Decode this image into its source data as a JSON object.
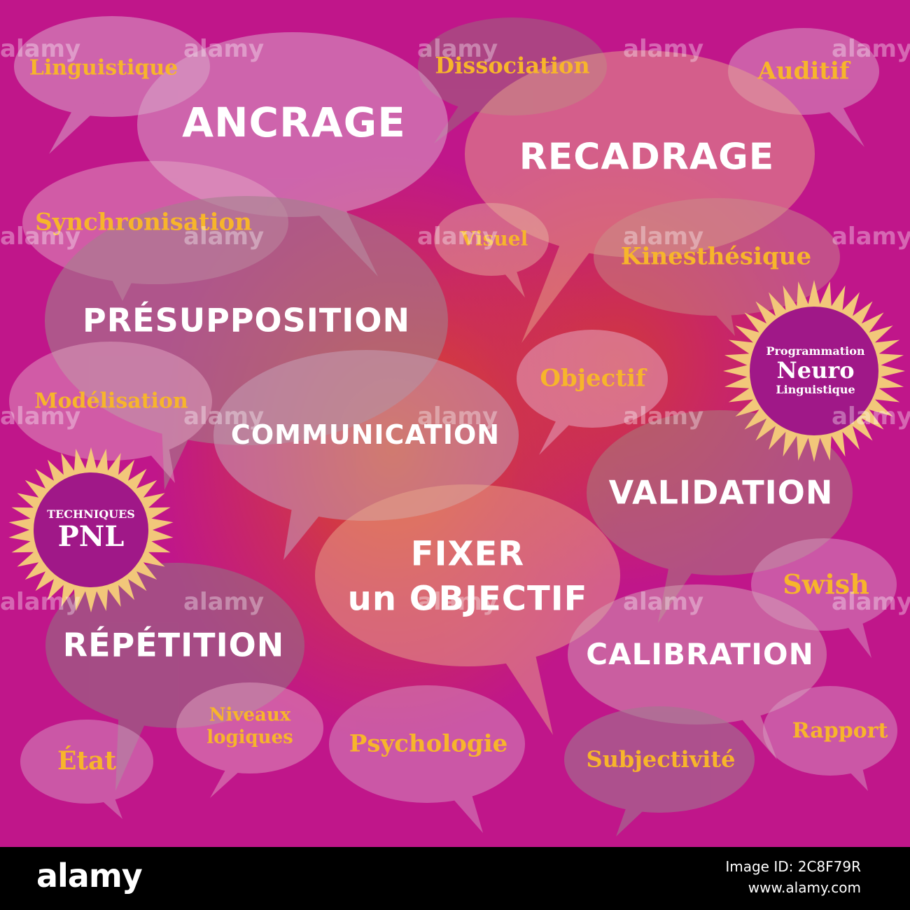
{
  "bubbles_big": [
    {
      "id": "ancrage",
      "text": "ANCRAGE"
    },
    {
      "id": "recadrage",
      "text": "RECADRAGE"
    },
    {
      "id": "presupposition",
      "text": "PRÉSUPPOSITION"
    },
    {
      "id": "communication",
      "text": "COMMUNICATION"
    },
    {
      "id": "validation",
      "text": "VALIDATION"
    },
    {
      "id": "fixer",
      "text": "FIXER"
    },
    {
      "id": "objectif-big",
      "text": "un OBJECTIF"
    },
    {
      "id": "repetition",
      "text": "RÉPÉTITION"
    },
    {
      "id": "calibration",
      "text": "CALIBRATION"
    }
  ],
  "bubbles_small": [
    {
      "id": "linguistique",
      "text": "Linguistique"
    },
    {
      "id": "dissociation",
      "text": "Dissociation"
    },
    {
      "id": "auditif",
      "text": "Auditif"
    },
    {
      "id": "synchronisation",
      "text": "Synchronisation"
    },
    {
      "id": "visuel",
      "text": "Visuel"
    },
    {
      "id": "kinesthesique",
      "text": "Kinesthésique"
    },
    {
      "id": "objectif",
      "text": "Objectif"
    },
    {
      "id": "modelisation",
      "text": "Modélisation"
    },
    {
      "id": "swish",
      "text": "Swish"
    },
    {
      "id": "niveaux",
      "text": "Niveaux"
    },
    {
      "id": "logiques",
      "text": "logiques"
    },
    {
      "id": "psychologie",
      "text": "Psychologie"
    },
    {
      "id": "subjectivite",
      "text": "Subjectivité"
    },
    {
      "id": "rapport",
      "text": "Rapport"
    },
    {
      "id": "etat",
      "text": "État"
    }
  ],
  "badges": {
    "pnl": {
      "line1": "TECHNIQUES",
      "line2": "PNL"
    },
    "neuro": {
      "line1": "Programmation",
      "line2": "Neuro",
      "line3": "Linguistique"
    }
  },
  "watermark": "alamy",
  "footer": {
    "brand": "alamy",
    "image_id": "Image ID: 2C8F79R",
    "site": "www.alamy.com"
  },
  "colors": {
    "background": "#c0168a",
    "accent_glow": "#e05014",
    "big_text": "#ffffff",
    "small_text": "#f7b52b",
    "badge_ray": "#f2c77a",
    "badge_disc": "#a01888"
  }
}
